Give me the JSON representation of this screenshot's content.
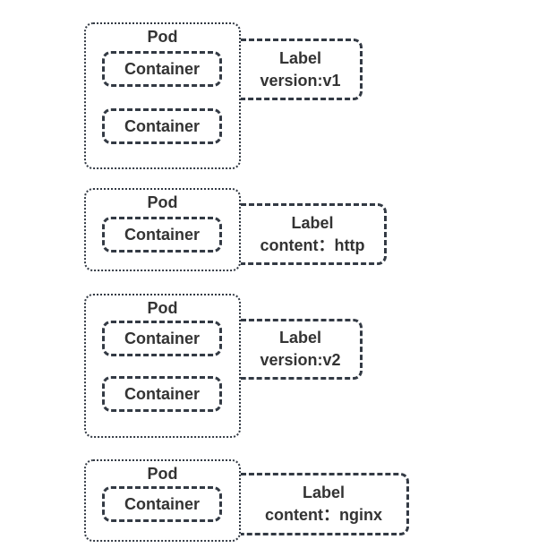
{
  "diagram": {
    "type": "kubernetes-pods-labels",
    "colors": {
      "stroke": "#333a44",
      "text": "#333333",
      "background": "#ffffff"
    },
    "pods": [
      {
        "title": "Pod",
        "containers": [
          "Container",
          "Container"
        ]
      },
      {
        "title": "Pod",
        "containers": [
          "Container"
        ]
      },
      {
        "title": "Pod",
        "containers": [
          "Container",
          "Container"
        ]
      },
      {
        "title": "Pod",
        "containers": [
          "Container"
        ]
      }
    ],
    "labels": [
      {
        "title": "Label",
        "value": "version:v1"
      },
      {
        "title": "Label",
        "value": "content：http"
      },
      {
        "title": "Label",
        "value": "version:v2"
      },
      {
        "title": "Label",
        "value": "content：nginx"
      }
    ]
  }
}
